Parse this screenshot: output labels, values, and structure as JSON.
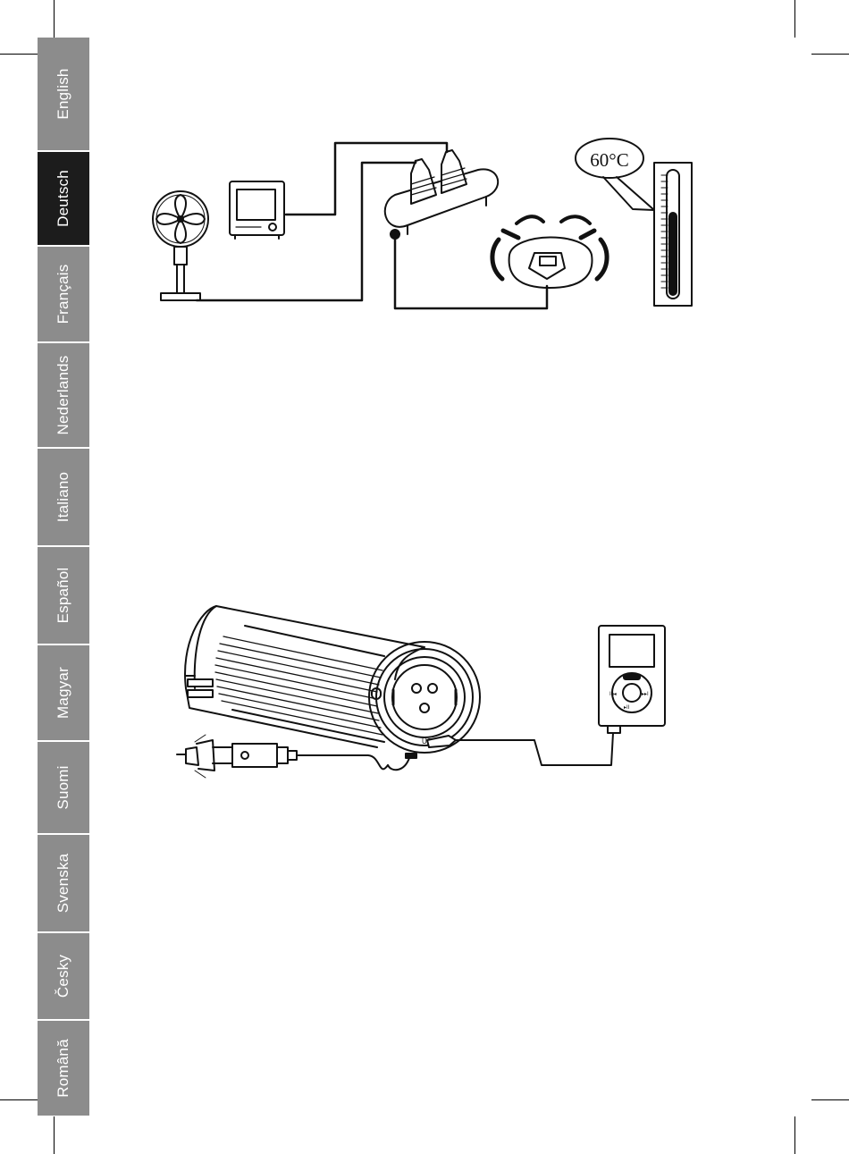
{
  "languages": [
    {
      "label": "English",
      "active": false
    },
    {
      "label": "Deutsch",
      "active": true
    },
    {
      "label": "Français",
      "active": false
    },
    {
      "label": "Nederlands",
      "active": false
    },
    {
      "label": "Italiano",
      "active": false
    },
    {
      "label": "Español",
      "active": false
    },
    {
      "label": "Magyar",
      "active": false
    },
    {
      "label": "Suomi",
      "active": false
    },
    {
      "label": "Svenska",
      "active": false
    },
    {
      "label": "Česky",
      "active": false
    },
    {
      "label": "Română",
      "active": false
    }
  ],
  "figure_connection": {
    "temperature_label": "60°C"
  },
  "figure_usb": {
    "port_label": "USB",
    "player_buttons": {
      "prev": "I◂◂",
      "next": "▸▸I",
      "play": "▸II"
    }
  },
  "colors": {
    "tab_inactive": "#8c8c8c",
    "tab_active": "#1c1c1c",
    "line": "#111111"
  }
}
